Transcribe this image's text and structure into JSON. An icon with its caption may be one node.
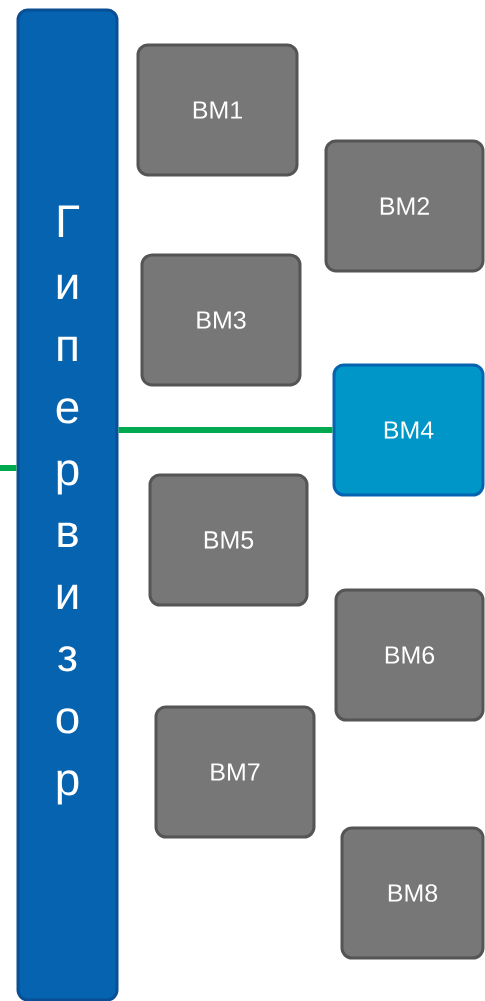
{
  "diagram": {
    "nodes": [
      {
        "text": [
          "Гипервизор"
        ]
      },
      {
        "text": [
          "BM1"
        ]
      },
      {
        "text": [
          "BM2"
        ]
      },
      {
        "text": [
          "BM3"
        ]
      },
      {
        "text": [
          "BM4"
        ]
      },
      {
        "text": [
          "BM5"
        ]
      },
      {
        "text": [
          "BM6"
        ]
      },
      {
        "text": [
          "BM7"
        ]
      },
      {
        "text": [
          "BM8"
        ]
      }
    ],
    "edges": [
      {
        "from": null,
        "to": 0,
        "arrow": "none"
      },
      {
        "from": 0,
        "to": 4,
        "arrow": "none"
      }
    ]
  }
}
